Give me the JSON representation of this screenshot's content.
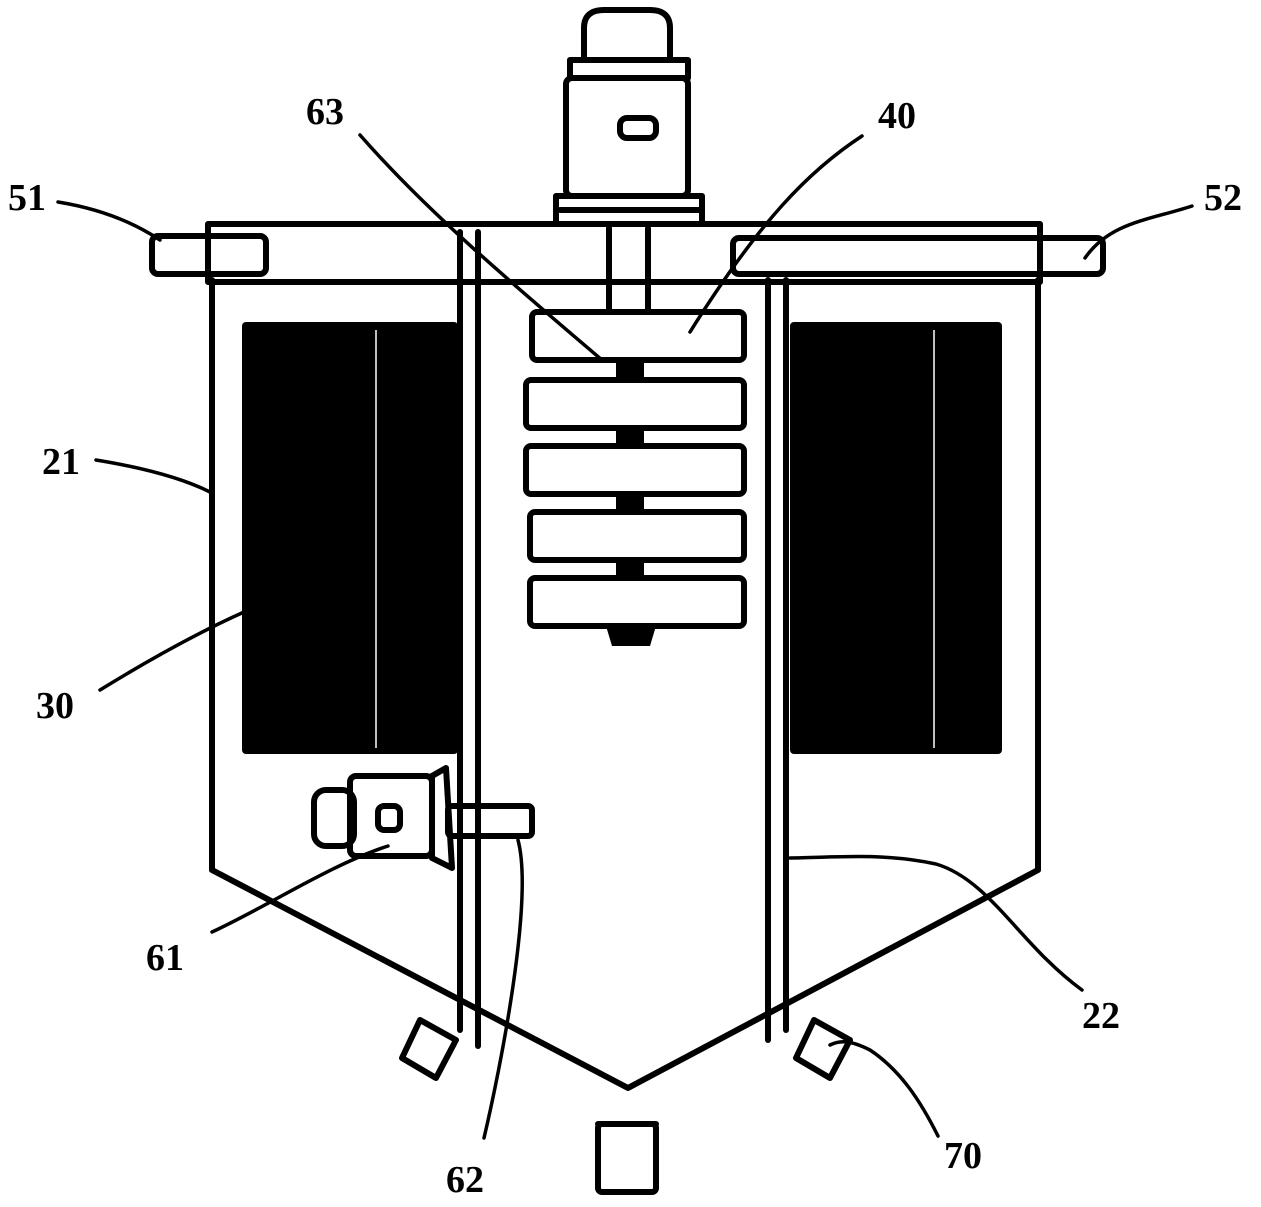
{
  "labels": {
    "l51": "51",
    "l52": "52",
    "l63": "63",
    "l40": "40",
    "l21": "21",
    "l30": "30",
    "l61": "61",
    "l62": "62",
    "l22": "22",
    "l70": "70"
  }
}
